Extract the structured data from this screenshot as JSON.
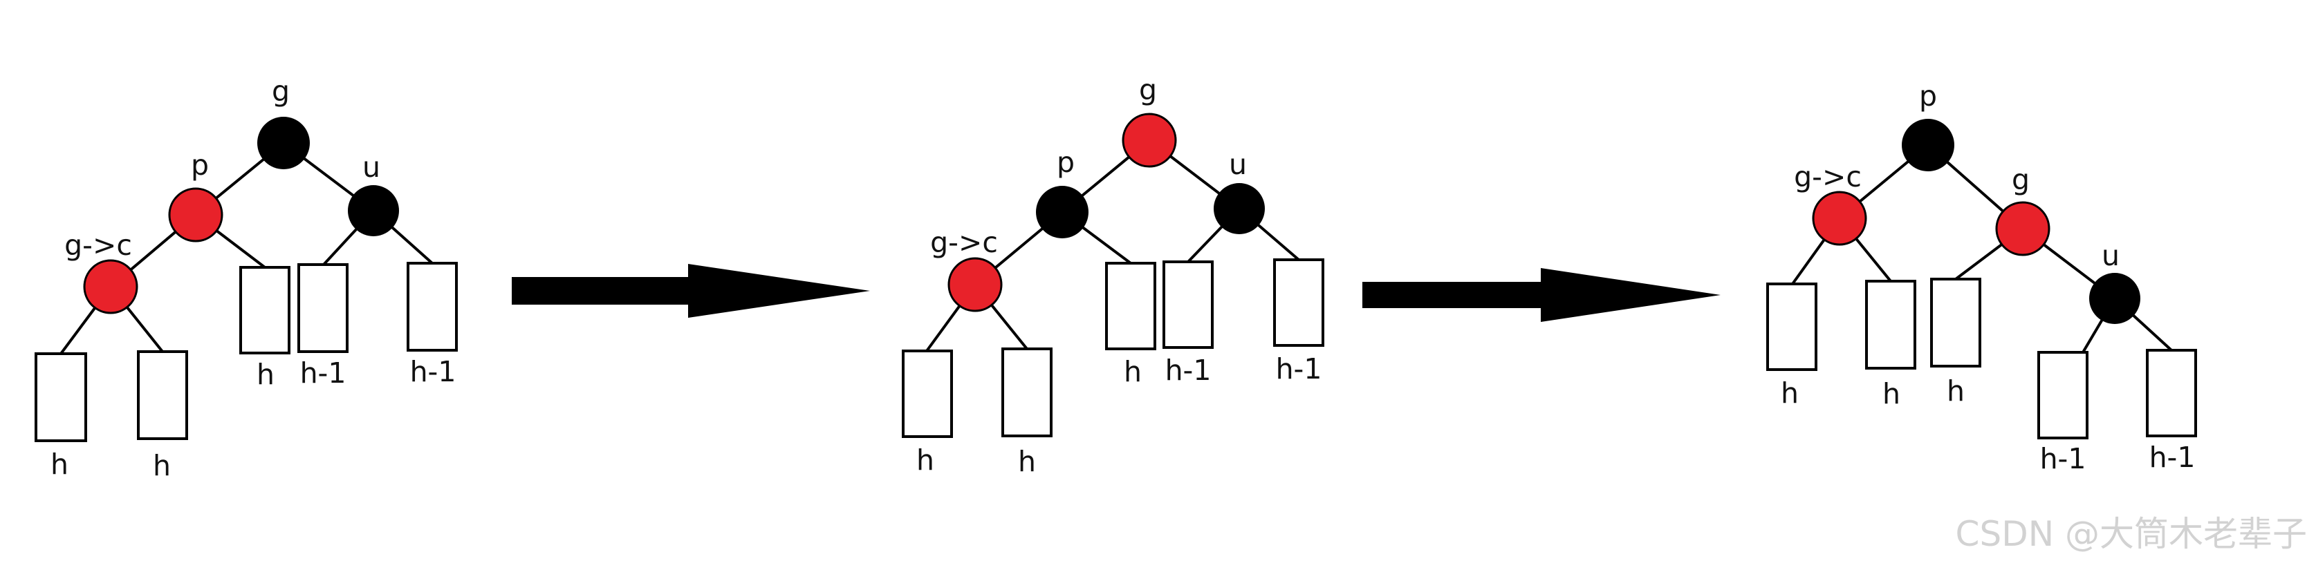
{
  "colors": {
    "red_node": "#e8222a",
    "black_node": "#000000",
    "line": "#000000",
    "arrow": "#000000",
    "watermark": "#d0d0d0"
  },
  "diagram_1": {
    "node_g": "g",
    "node_p": "p",
    "node_u": "u",
    "node_c": "g->c",
    "subtrees": [
      "h",
      "h",
      "h",
      "h-1",
      "h-1"
    ]
  },
  "diagram_2": {
    "node_g": "g",
    "node_p": "p",
    "node_u": "u",
    "node_c": "g->c",
    "subtrees": [
      "h",
      "h",
      "h",
      "h-1",
      "h-1"
    ]
  },
  "diagram_3": {
    "node_p": "p",
    "node_c": "g->c",
    "node_g": "g",
    "node_u": "u",
    "subtrees": [
      "h",
      "h",
      "h",
      "h-1",
      "h-1"
    ]
  },
  "watermark": "CSDN @大筒木老辈子"
}
